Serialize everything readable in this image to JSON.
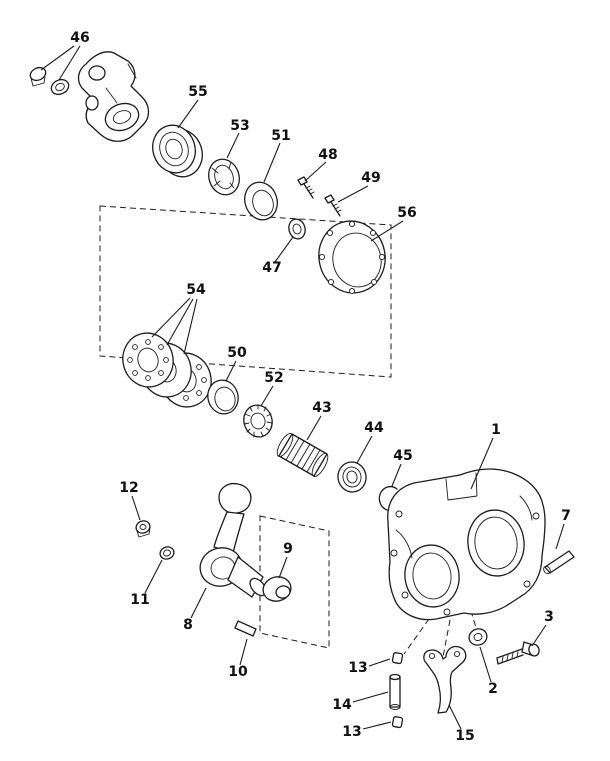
{
  "diagram": {
    "kind": "exploded-parts-diagram",
    "colors": {
      "ink": "#1c1c1c",
      "background": "#ffffff"
    },
    "callouts": [
      {
        "label": "46"
      },
      {
        "label": "55"
      },
      {
        "label": "53"
      },
      {
        "label": "51"
      },
      {
        "label": "48"
      },
      {
        "label": "49"
      },
      {
        "label": "56"
      },
      {
        "label": "47"
      },
      {
        "label": "54"
      },
      {
        "label": "50"
      },
      {
        "label": "52"
      },
      {
        "label": "43"
      },
      {
        "label": "44"
      },
      {
        "label": "45"
      },
      {
        "label": "1"
      },
      {
        "label": "7"
      },
      {
        "label": "12"
      },
      {
        "label": "11"
      },
      {
        "label": "8"
      },
      {
        "label": "9"
      },
      {
        "label": "10"
      },
      {
        "label": "13"
      },
      {
        "label": "14"
      },
      {
        "label": "13"
      },
      {
        "label": "15"
      },
      {
        "label": "2"
      },
      {
        "label": "3"
      }
    ]
  }
}
